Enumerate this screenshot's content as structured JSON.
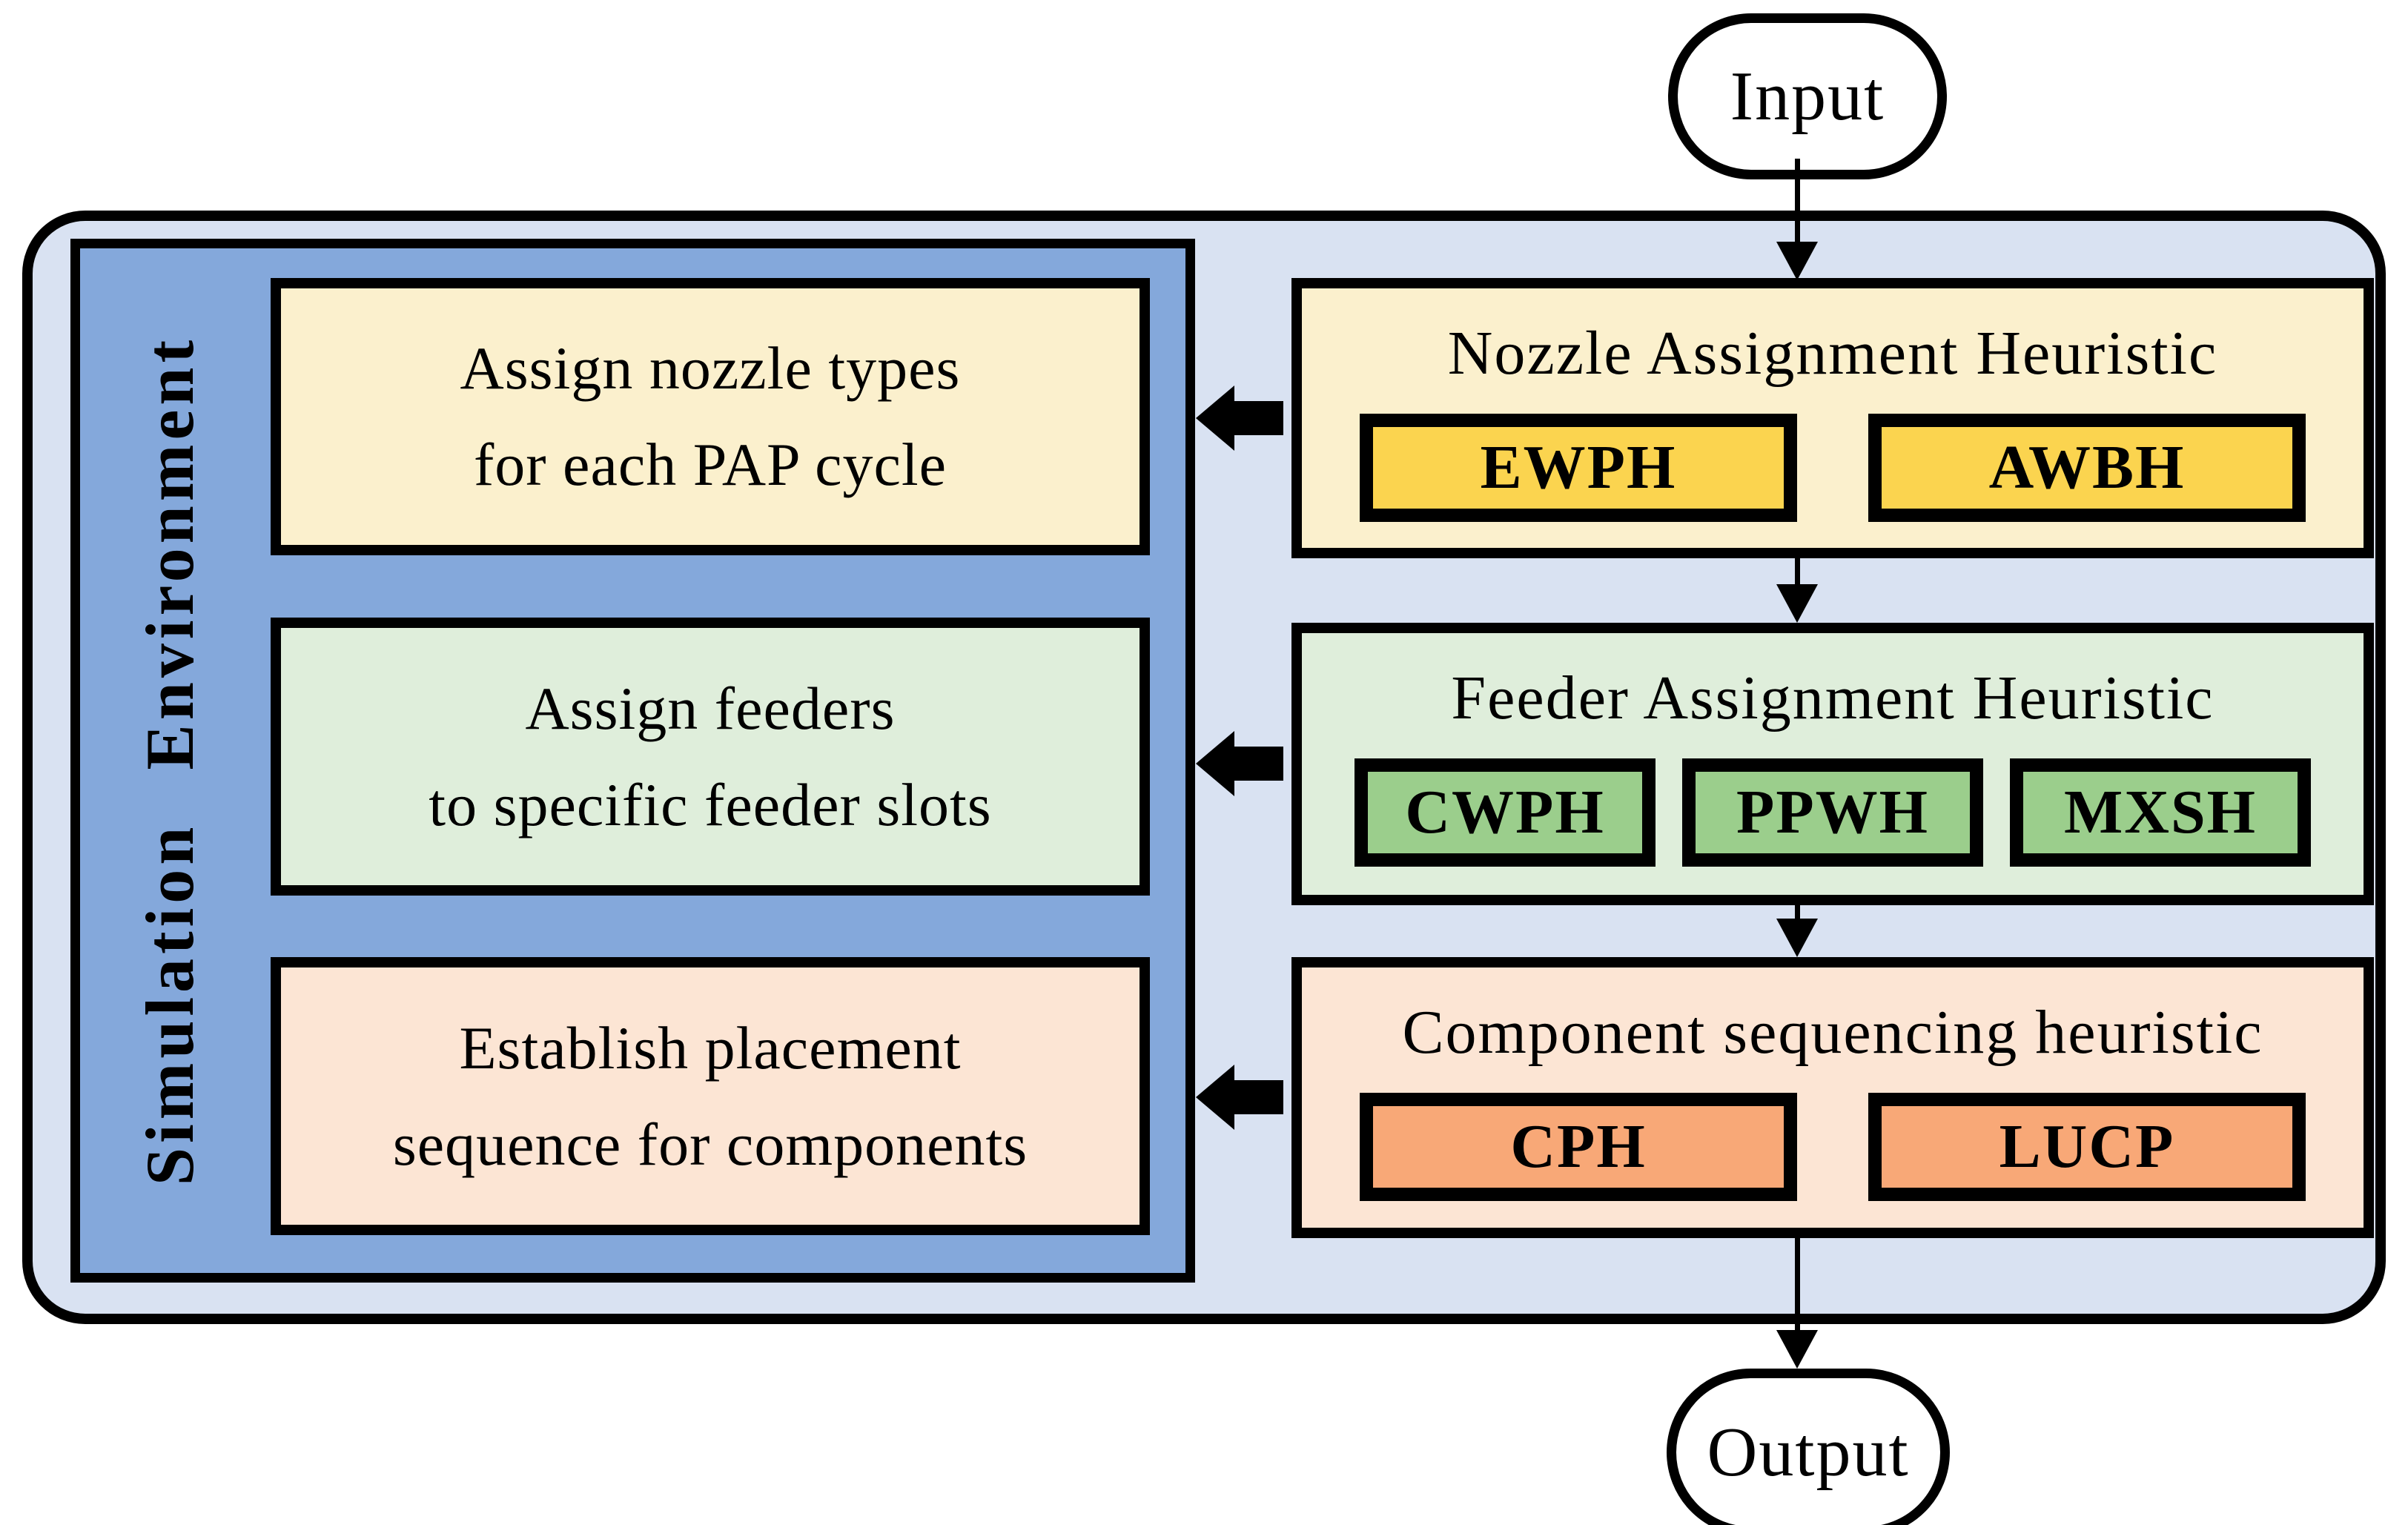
{
  "terminals": {
    "input": "Input",
    "output": "Output"
  },
  "environment": {
    "label": "Simulation Environment"
  },
  "tasks": [
    {
      "line1": "Assign nozzle types",
      "line2": "for each PAP cycle"
    },
    {
      "line1": "Assign feeders",
      "line2": "to specific feeder slots"
    },
    {
      "line1": "Establish placement",
      "line2": "sequence for components"
    }
  ],
  "heuristics": [
    {
      "title": "Nozzle Assignment Heuristic",
      "methods": [
        "EWPH",
        "AWBH"
      ]
    },
    {
      "title": "Feeder Assignment Heuristic",
      "methods": [
        "CWPH",
        "PPWH",
        "MXSH"
      ]
    },
    {
      "title": "Component sequencing heuristic",
      "methods": [
        "CPH",
        "LUCP"
      ]
    }
  ],
  "colors": {
    "canvas_bg": "#FFFFFF",
    "container_fill": "#D9E2F2",
    "panel_fill": "#84A8DB",
    "cream": "#FBF0CD",
    "yellow": "#FBD44F",
    "light_green": "#DFEEDB",
    "green": "#9BCE8C",
    "light_peach": "#FCE5D4",
    "orange": "#F8A877",
    "line": "#000000"
  }
}
